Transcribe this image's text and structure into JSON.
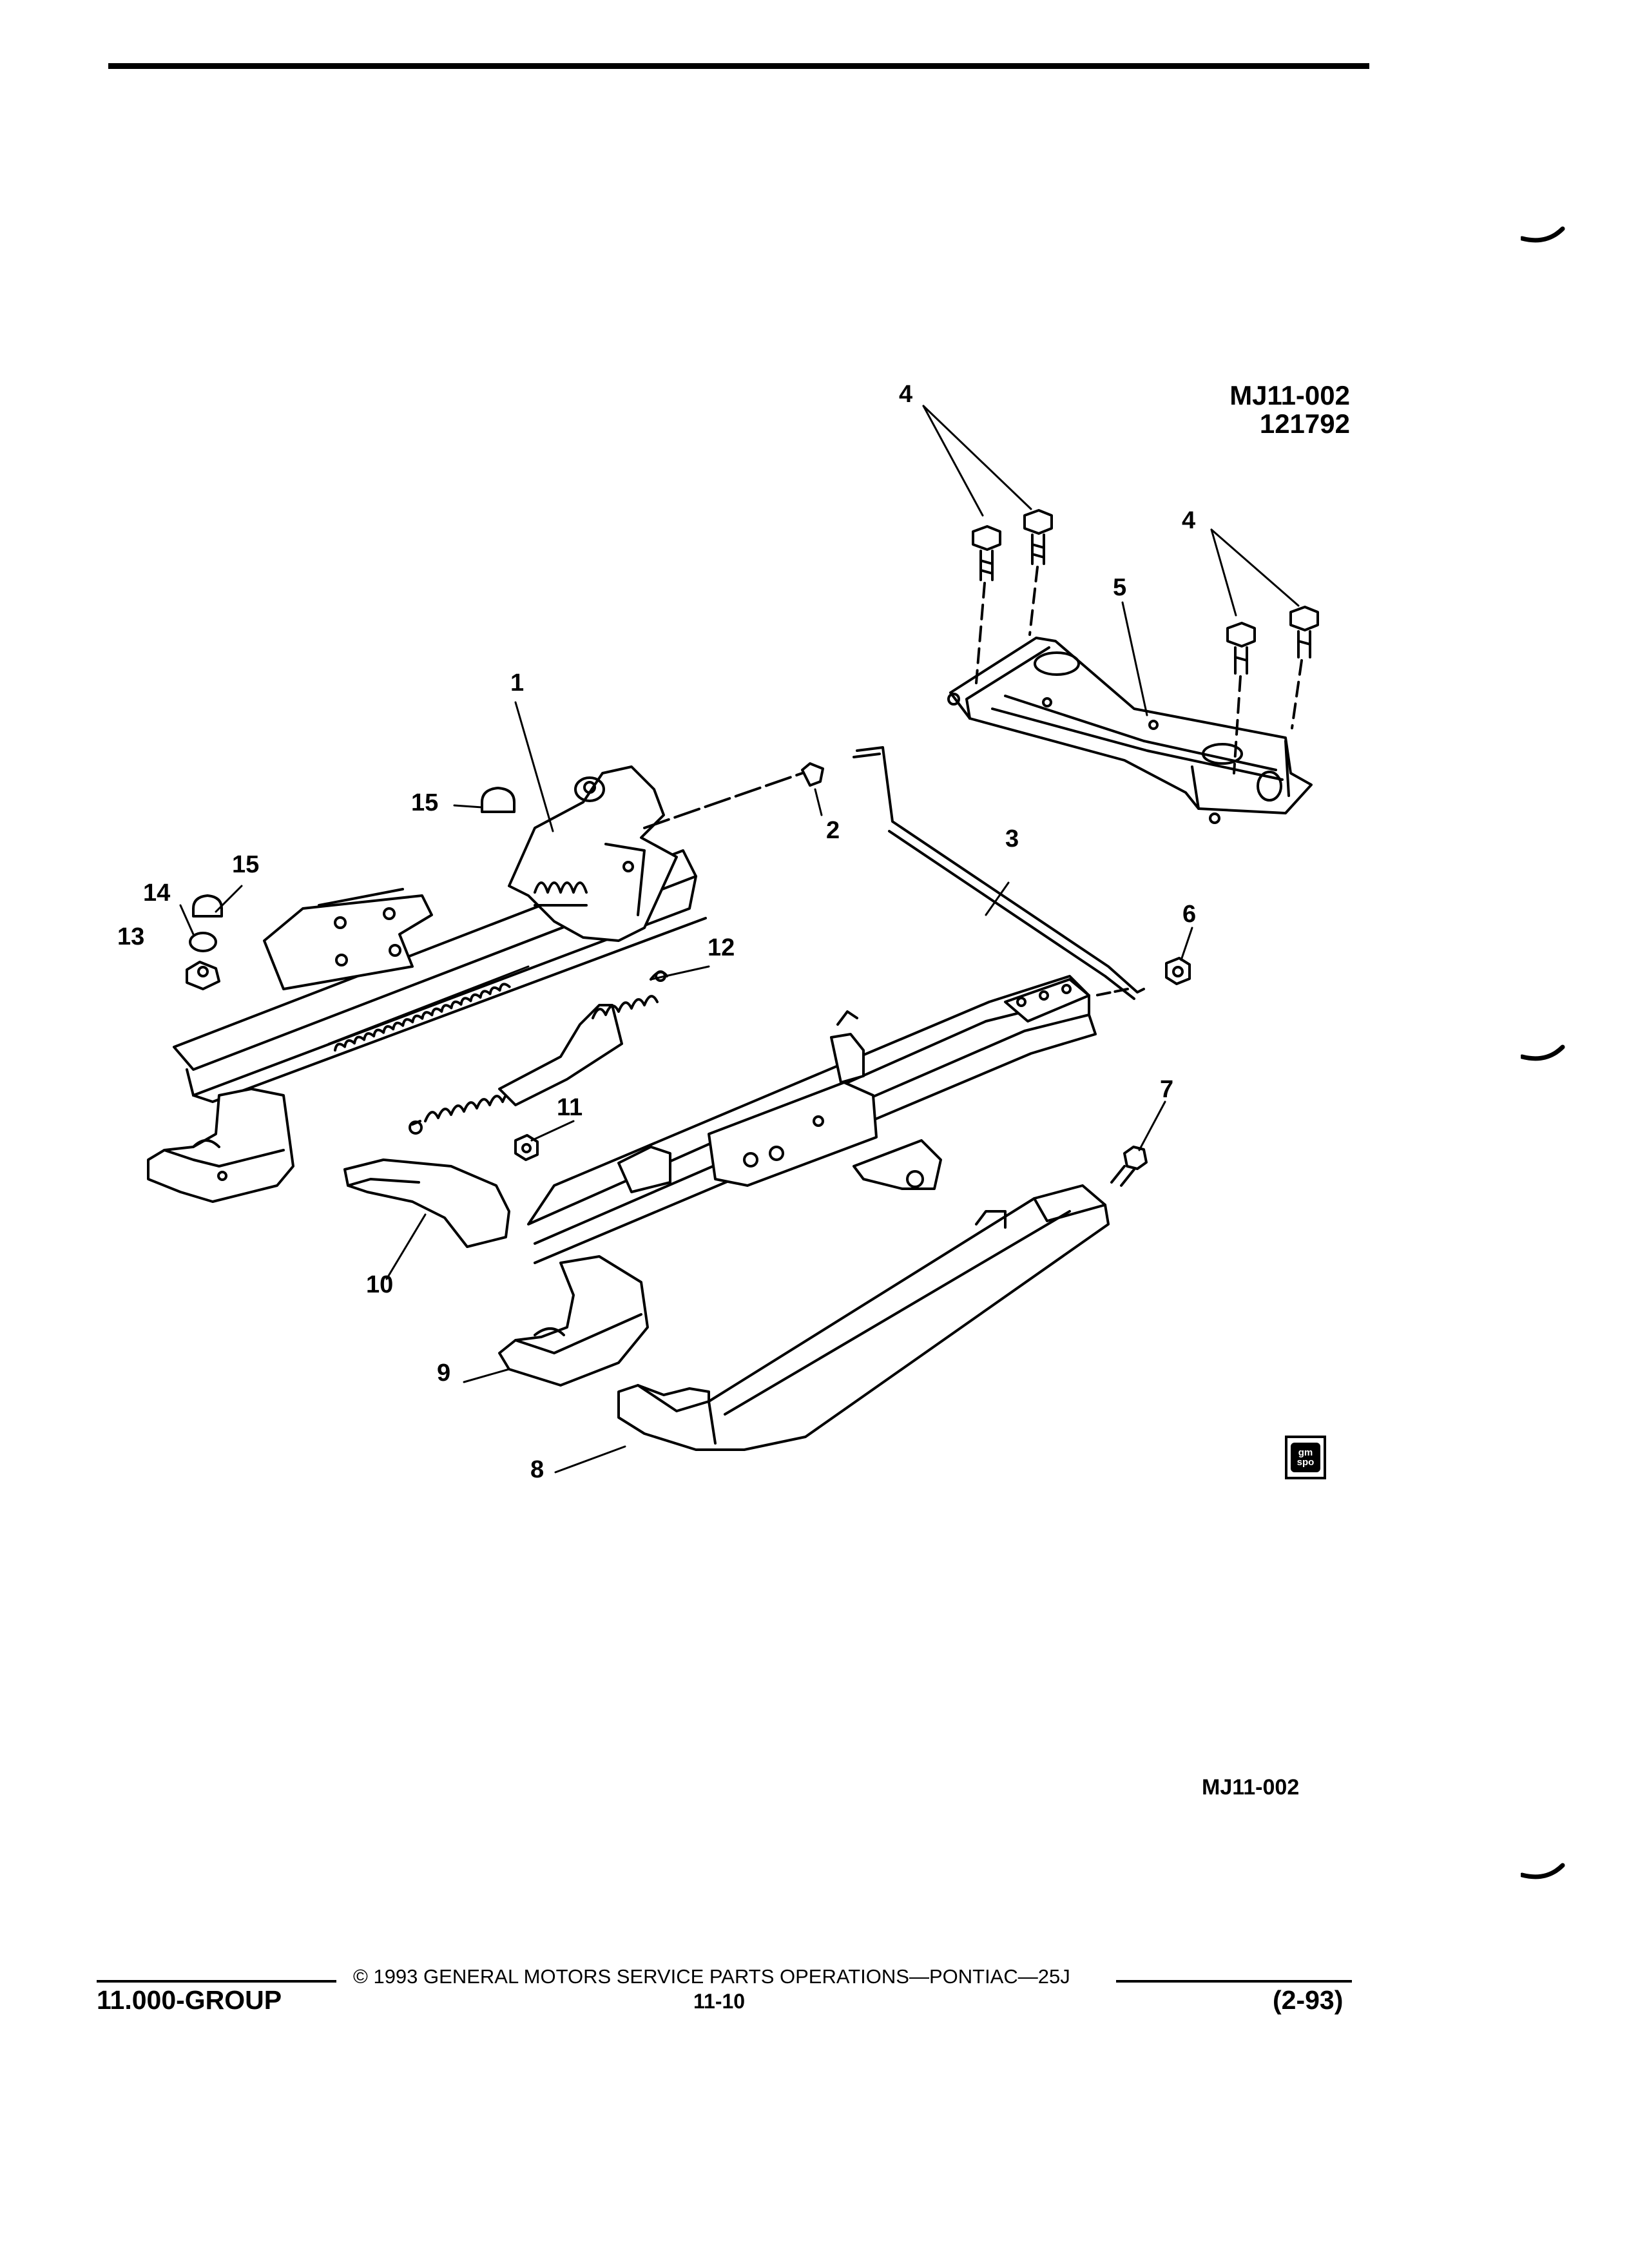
{
  "figure": {
    "ref_code": "MJ11-002",
    "ref_date": "121792",
    "figure_id": "MJ11-002"
  },
  "callouts": [
    "1",
    "2",
    "3",
    "4",
    "4",
    "5",
    "6",
    "7",
    "8",
    "9",
    "10",
    "11",
    "12",
    "13",
    "14",
    "15",
    "15"
  ],
  "logo": {
    "line1": "gm",
    "line2": "spo"
  },
  "footer": {
    "copyright": "© 1993 GENERAL MOTORS SERVICE PARTS OPERATIONS—PONTIAC—25J",
    "group": "11.000-GROUP",
    "page": "11-10",
    "revision": "(2-93)"
  },
  "parts": [
    "seat-adjuster-left",
    "wire-clip",
    "adjuster-rod",
    "bolt",
    "bracket",
    "nut",
    "bolt",
    "cover-outer",
    "cover-rear",
    "cover-front",
    "nut",
    "spring",
    "nut",
    "bushing",
    "cap"
  ]
}
